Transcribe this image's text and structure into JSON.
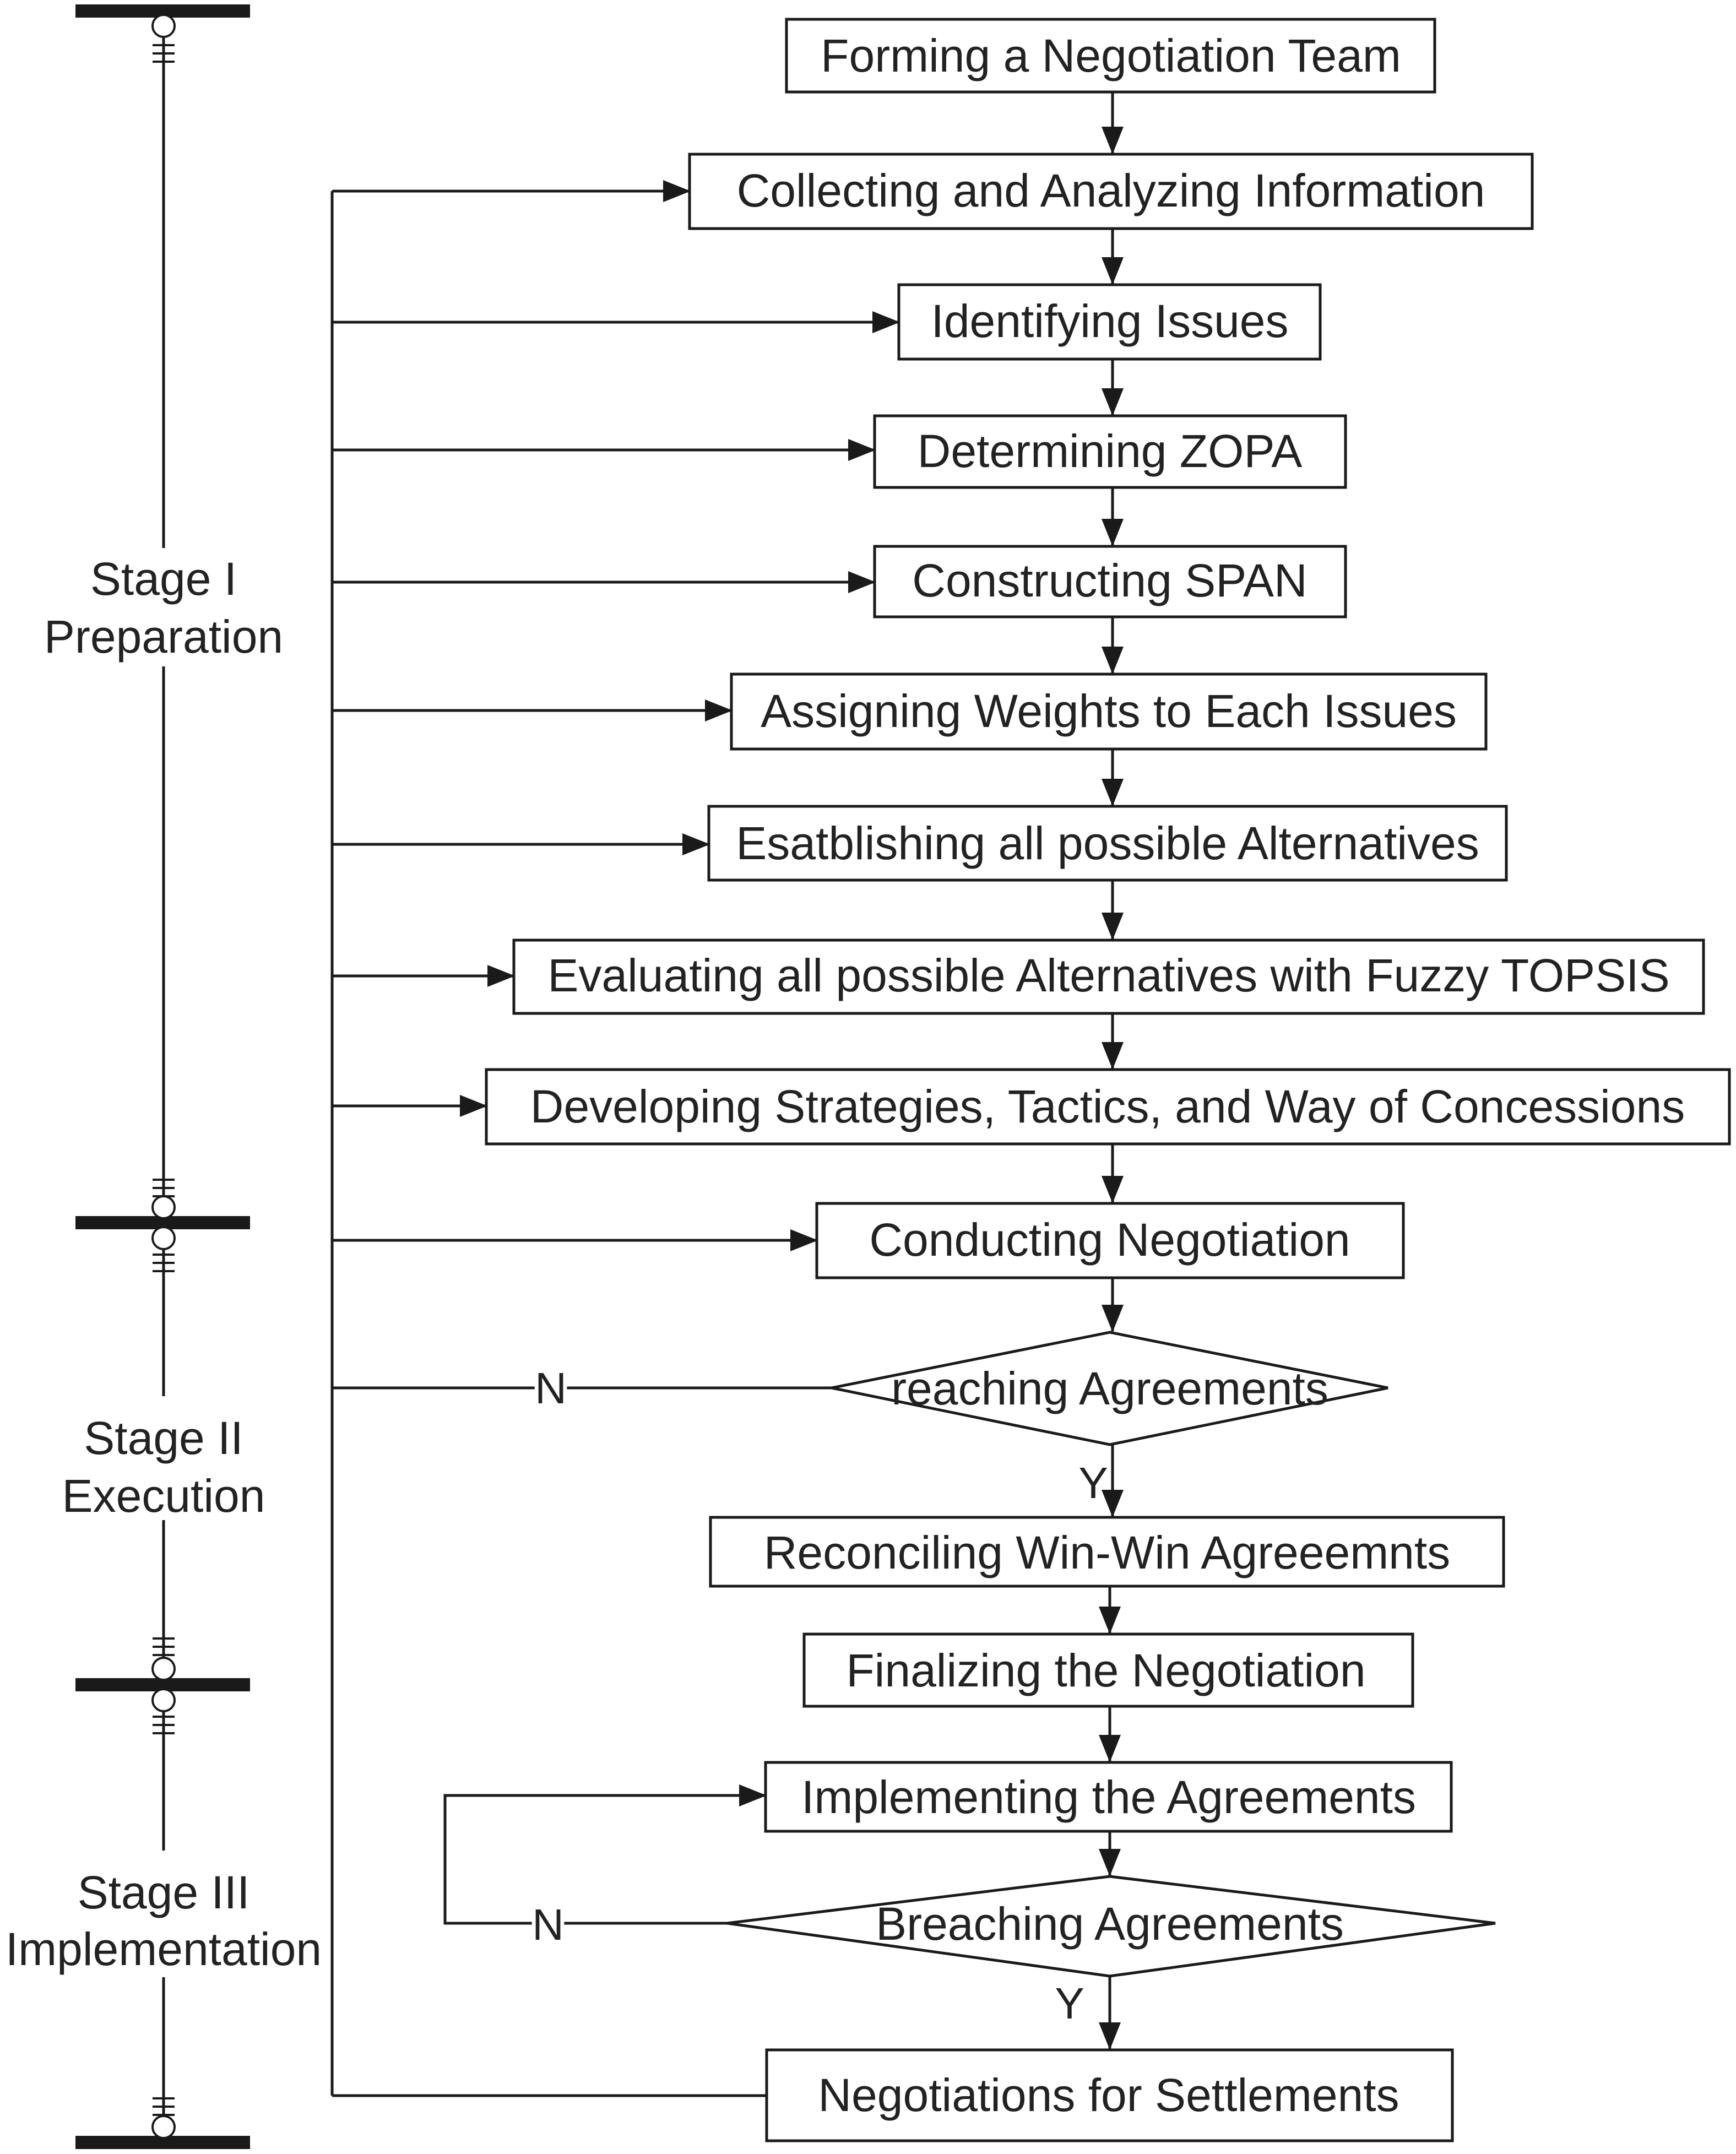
{
  "steps": {
    "forming_team": "Forming a Negotiation Team",
    "collecting_info": "Collecting and Analyzing Information",
    "identifying_issues": "Identifying Issues",
    "determining_zopa": "Determining ZOPA",
    "constructing_span": "Constructing SPAN",
    "assigning_weights": "Assigning Weights to Each Issues",
    "establishing_alternatives": "Esatblishing all possible Alternatives",
    "evaluating_alternatives": "Evaluating all possible Alternatives with  Fuzzy TOPSIS",
    "developing_strategies": "Developing Strategies, Tactics, and Way of Concessions",
    "conducting_negotiation": "Conducting Negotiation",
    "reconciling": "Reconciling Win-Win Agreeemnts",
    "finalizing": "Finalizing the Negotiation",
    "implementing": "Implementing the Agreements",
    "settlements": "Negotiations for Settlements"
  },
  "decisions": {
    "reaching": "reaching Agreements",
    "breaching": "Breaching Agreements"
  },
  "branch_labels": {
    "reaching_no": "N",
    "reaching_yes": "Y",
    "breaching_no": "N",
    "breaching_yes": "Y"
  },
  "stages": {
    "stage1_line1": "Stage I",
    "stage1_line2": "Preparation",
    "stage2_line1": "Stage II",
    "stage2_line2": "Execution",
    "stage3_line1": "Stage III",
    "stage3_line2": "Implementation"
  }
}
